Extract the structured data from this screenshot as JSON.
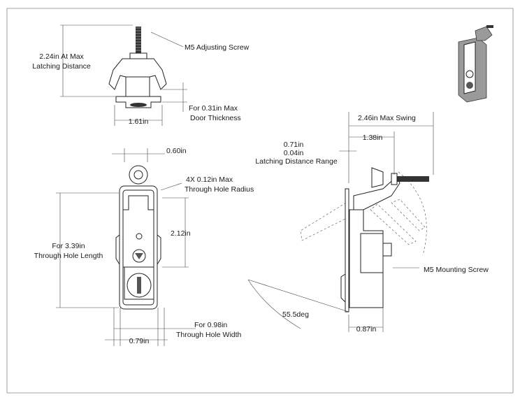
{
  "views": {
    "top": {
      "label_max_latching": [
        "2.24in At Max",
        "Latching Distance"
      ],
      "label_screw": "M5 Adjusting Screw",
      "label_door": [
        "For 0.31in Max",
        "Door Thickness"
      ],
      "label_width": "1.61in"
    },
    "front": {
      "label_offset": "0.60in",
      "label_radius": [
        "4X 0.12in Max",
        "Through Hole Radius"
      ],
      "label_center": "2.12in",
      "label_length": [
        "For 3.39in",
        "Through Hole Length"
      ],
      "label_hole_width": [
        "For 0.98in",
        "Through Hole Width"
      ],
      "label_width": "0.79in"
    },
    "side": {
      "label_swing": "2.46in Max Swing",
      "label_138": "1.38in",
      "label_range": [
        "0.71in",
        "0.04in",
        "Latching Distance Range"
      ],
      "label_mount": "M5 Mounting Screw",
      "label_angle": "55.5deg",
      "label_depth": "0.87in"
    }
  }
}
